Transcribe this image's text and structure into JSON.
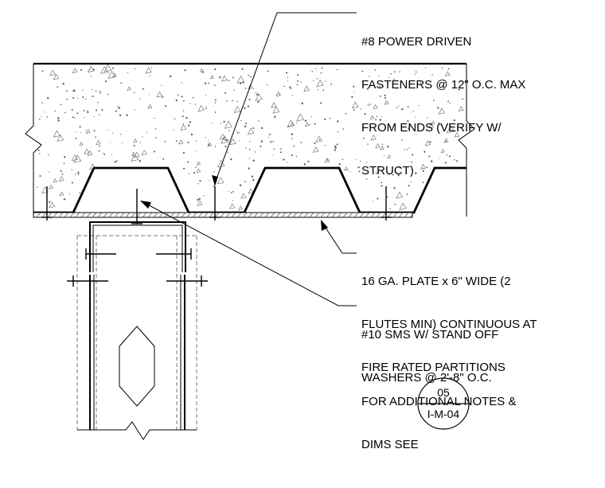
{
  "notes": {
    "fasteners": {
      "lines": [
        "#8 POWER DRIVEN",
        "FASTENERS @ 12\" O.C. MAX",
        "FROM ENDS (VERIFY W/",
        "STRUCT)"
      ]
    },
    "plate": {
      "lines": [
        "16 GA. PLATE x 6\" WIDE (2",
        "FLUTES MIN) CONTINUOUS AT",
        "FIRE RATED PARTITIONS"
      ]
    },
    "screws": {
      "lines": [
        "#10 SMS W/ STAND OFF",
        "WASHERS @ 2'-8\" O.C."
      ]
    },
    "reference": {
      "lines": [
        "FOR ADDITIONAL NOTES &",
        "DIMS SEE"
      ]
    }
  },
  "detail_tag": {
    "number": "05",
    "sheet": "I-M-04"
  }
}
